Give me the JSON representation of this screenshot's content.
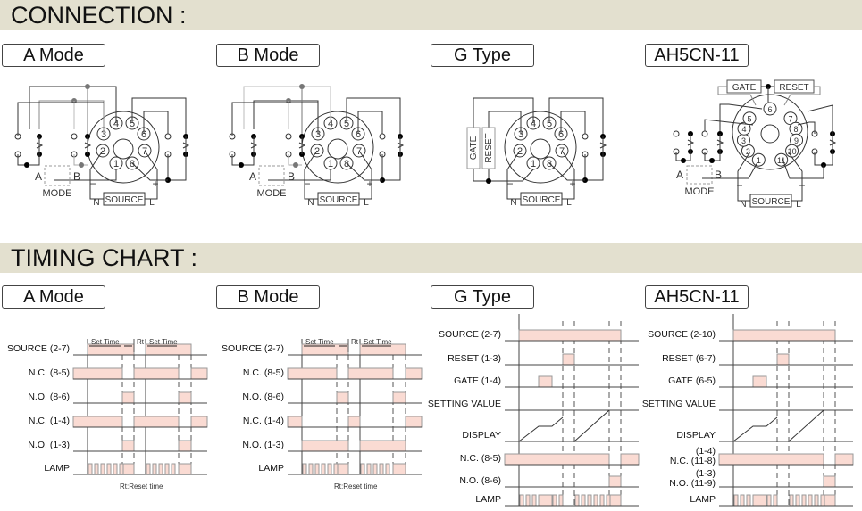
{
  "sections": {
    "connection": "CONNECTION :",
    "timing": "TIMING CHART :"
  },
  "modes": [
    "A Mode",
    "B Mode",
    "G Type",
    "AH5CN-11"
  ],
  "wiring": {
    "pins_8": [
      "1",
      "2",
      "3",
      "4",
      "5",
      "6",
      "7",
      "8"
    ],
    "pins_11": [
      "1",
      "2",
      "3",
      "4",
      "5",
      "6",
      "7",
      "8",
      "9",
      "10",
      "11"
    ],
    "source": "SOURCE",
    "neutral": "N",
    "line": "L",
    "minus": "−",
    "plus": "+",
    "mode": "MODE",
    "a": "A",
    "b": "B",
    "gate": "GATE",
    "reset": "RESET"
  },
  "colors": {
    "header_bg": "#e3e0cf",
    "pulse_fill": "#fadbd3",
    "pulse_stroke": "#999999"
  },
  "timing": {
    "set_time": "Set Time",
    "rt": "Rt",
    "rt_note": "Rt:Reset time",
    "charts": [
      {
        "name": "A Mode",
        "rows": [
          {
            "label": "SOURCE  (2-7)",
            "on": [
              [
                16,
                68
              ],
              [
                81,
                132
              ]
            ]
          },
          {
            "label": "N.C.  (8-5)",
            "on": [
              [
                0,
                55
              ],
              [
                68,
                118
              ],
              [
                132,
                150
              ]
            ]
          },
          {
            "label": "N.O.  (8-6)",
            "on": [
              [
                55,
                68
              ],
              [
                118,
                132
              ]
            ]
          },
          {
            "label": "N.C.  (1-4)",
            "on": [
              [
                0,
                55
              ],
              [
                68,
                118
              ],
              [
                132,
                150
              ]
            ]
          },
          {
            "label": "N.O.  (1-3)",
            "on": [
              [
                55,
                68
              ],
              [
                118,
                132
              ]
            ]
          },
          {
            "label": "LAMP",
            "blink": [
              [
                16,
                55
              ],
              [
                81,
                118
              ]
            ],
            "on": [
              [
                55,
                68
              ],
              [
                118,
                132
              ]
            ]
          }
        ]
      },
      {
        "name": "B Mode",
        "rows": [
          {
            "label": "SOURCE  (2-7)",
            "on": [
              [
                16,
                68
              ],
              [
                81,
                132
              ]
            ]
          },
          {
            "label": "N.C.  (8-5)",
            "on": [
              [
                0,
                55
              ],
              [
                68,
                118
              ],
              [
                132,
                150
              ]
            ]
          },
          {
            "label": "N.O.  (8-6)",
            "on": [
              [
                55,
                68
              ],
              [
                118,
                132
              ]
            ]
          },
          {
            "label": "N.C.  (1-4)",
            "on": [
              [
                0,
                16
              ],
              [
                68,
                81
              ],
              [
                132,
                150
              ]
            ]
          },
          {
            "label": "N.O.  (1-3)",
            "on": [
              [
                16,
                68
              ],
              [
                81,
                132
              ]
            ]
          },
          {
            "label": "LAMP",
            "blink": [
              [
                16,
                55
              ],
              [
                81,
                118
              ]
            ],
            "on": [
              [
                55,
                68
              ],
              [
                118,
                132
              ]
            ]
          }
        ]
      },
      {
        "name": "G Type",
        "rows": [
          {
            "label": "SOURCE  (2-7)",
            "on": [
              [
                16,
                130
              ]
            ]
          },
          {
            "label": "RESET  (1-3)",
            "on": [
              [
                65,
                78
              ]
            ]
          },
          {
            "label": "GATE  (1-4)",
            "on": [
              [
                38,
                53
              ]
            ]
          },
          {
            "label": "SETTING VALUE",
            "on": []
          },
          {
            "label": "DISPLAY",
            "ramp": true
          },
          {
            "label": "N.C.  (8-5)",
            "on": [
              [
                0,
                117
              ],
              [
                130,
                150
              ]
            ]
          },
          {
            "label": "N.O.  (8-6)",
            "on": [
              [
                117,
                130
              ]
            ]
          },
          {
            "label": "LAMP",
            "blink": [
              [
                16,
                38
              ],
              [
                53,
                65
              ],
              [
                78,
                117
              ]
            ],
            "on": [
              [
                38,
                53
              ],
              [
                117,
                130
              ]
            ]
          }
        ]
      },
      {
        "name": "AH5CN-11",
        "rows": [
          {
            "label": "SOURCE  (2-10)",
            "on": [
              [
                16,
                130
              ]
            ]
          },
          {
            "label": "RESET  (6-7)",
            "on": [
              [
                65,
                78
              ]
            ]
          },
          {
            "label": "GATE  (6-5)",
            "on": [
              [
                38,
                53
              ]
            ]
          },
          {
            "label": "SETTING VALUE",
            "on": []
          },
          {
            "label": "DISPLAY",
            "ramp": true
          },
          {
            "label": "N.C.  (11-8)",
            "sub": "(1-4)",
            "on": [
              [
                0,
                117
              ],
              [
                130,
                150
              ]
            ]
          },
          {
            "label": "N.O.  (11-9)",
            "sub": "(1-3)",
            "on": [
              [
                117,
                130
              ]
            ]
          },
          {
            "label": "LAMP",
            "blink": [
              [
                16,
                38
              ],
              [
                53,
                65
              ],
              [
                78,
                117
              ]
            ],
            "on": [
              [
                38,
                53
              ],
              [
                117,
                130
              ]
            ]
          }
        ]
      }
    ]
  }
}
